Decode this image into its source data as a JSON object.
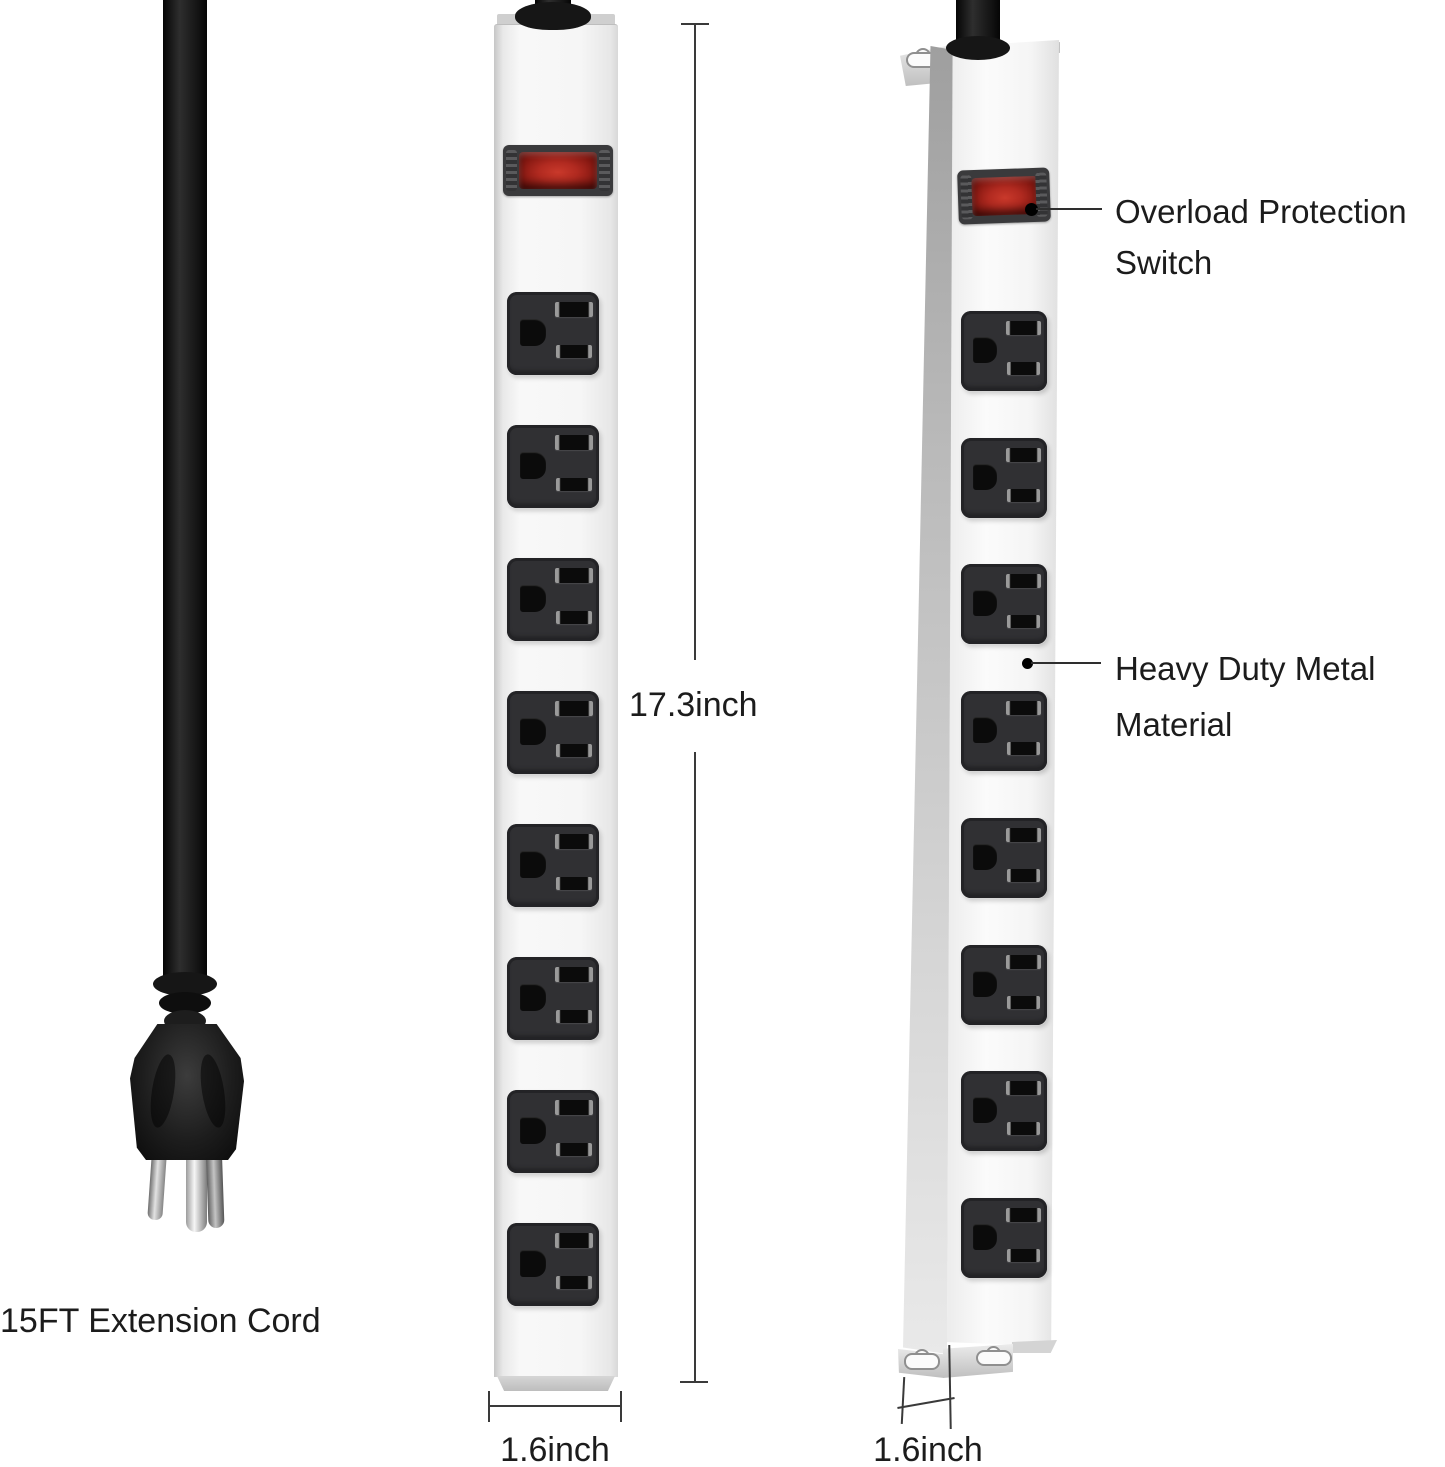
{
  "product": {
    "type": "mountable metal power strip",
    "views": [
      "front view with cord and plug",
      "angled side view with mounting brackets"
    ]
  },
  "labels": {
    "length_dim": "17.3inch",
    "width_front": "1.6inch",
    "width_side": "1.6inch",
    "cord": "15FT Extension Cord"
  },
  "callouts": {
    "overload": {
      "line1": "Overload Protection",
      "line2": "Switch"
    },
    "material": {
      "line1": "Heavy Duty Metal",
      "line2": "Material"
    }
  },
  "middle_strip": {
    "outlet_count": 8,
    "has_switch": true
  },
  "right_strip": {
    "outlet_count": 8,
    "has_switch": true,
    "mounting_brackets": 2
  },
  "colors": {
    "switch_red": "#b12a20",
    "strip_body": "#f5f5f5",
    "outlet_dark": "#303033",
    "cord_black": "#141414",
    "annotation_text": "#1c1c1c",
    "dimension_line": "#3a3a3a",
    "background": "#ffffff"
  }
}
